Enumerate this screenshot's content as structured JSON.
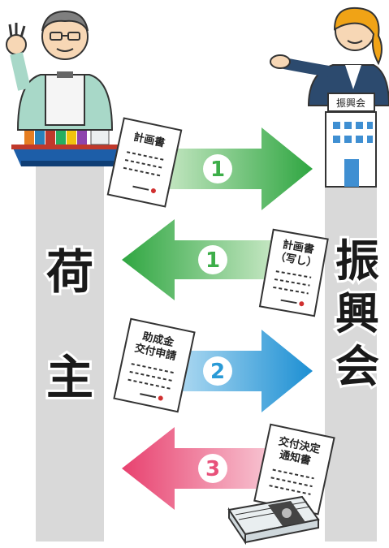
{
  "left_actor": {
    "label": "荷主"
  },
  "right_actor": {
    "label": "振興会",
    "building_sign": "振興会"
  },
  "steps": [
    {
      "number": "1",
      "direction": "right",
      "color": "#3dae49",
      "document": [
        "計画書"
      ]
    },
    {
      "number": "1",
      "direction": "left",
      "color": "#3dae49",
      "document": [
        "計画書",
        "（写し）"
      ]
    },
    {
      "number": "2",
      "direction": "right",
      "color": "#2a9ad6",
      "document": [
        "助成金",
        "交付申請"
      ]
    },
    {
      "number": "3",
      "direction": "left",
      "color": "#e8517a",
      "document": [
        "交付決定",
        "通知書"
      ]
    }
  ]
}
